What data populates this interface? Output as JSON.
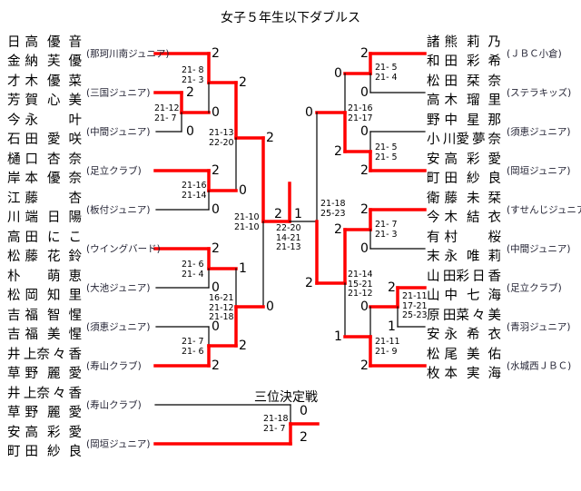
{
  "title": "女子５年生以下ダブルス",
  "third_place_title": "三位決定戦",
  "colors": {
    "winner_line": "#ff0000",
    "loser_line": "#000000"
  },
  "left_teams": [
    {
      "p1": [
        "日高",
        "優音"
      ],
      "p2": [
        "金納",
        "芙優"
      ],
      "club": "(那珂川南ジュニア)"
    },
    {
      "p1": [
        "才木",
        "優菜"
      ],
      "p2": [
        "芳賀",
        "心美"
      ],
      "club": "(三国ジュニア)"
    },
    {
      "p1": [
        "今永",
        "叶"
      ],
      "p2": [
        "石田",
        "愛咲"
      ],
      "club": "(中間ジュニア)"
    },
    {
      "p1": [
        "樋口",
        "杏奈"
      ],
      "p2": [
        "岸本",
        "優奈"
      ],
      "club": "(足立クラブ)"
    },
    {
      "p1": [
        "江藤",
        "杏"
      ],
      "p2": [
        "川端",
        "日陽"
      ],
      "club": "(板付ジュニア)"
    },
    {
      "p1": [
        "高田",
        "にこ"
      ],
      "p2": [
        "松藤",
        "花鈴"
      ],
      "club": "(ウイングバード)"
    },
    {
      "p1": [
        "朴",
        "萌恵"
      ],
      "p2": [
        "松岡",
        "知里"
      ],
      "club": "(大池ジュニア)"
    },
    {
      "p1": [
        "吉福",
        "智惺"
      ],
      "p2": [
        "吉福",
        "美惺"
      ],
      "club": "(須恵ジュニア)"
    },
    {
      "p1": [
        "井上",
        "奈々香"
      ],
      "p2": [
        "草野",
        "麗愛"
      ],
      "club": "(寿山クラブ)"
    }
  ],
  "right_teams": [
    {
      "p1": [
        "諸熊",
        "莉乃"
      ],
      "p2": [
        "和田",
        "彩希"
      ],
      "club": "(ＪＢＣ小倉)"
    },
    {
      "p1": [
        "松田",
        "栞奈"
      ],
      "p2": [
        "高木",
        "瑠里"
      ],
      "club": "(ステラキッズ)"
    },
    {
      "p1": [
        "野中",
        "星那"
      ],
      "p2": [
        "小川",
        "愛夢奈"
      ],
      "club": "(須恵ジュニア)"
    },
    {
      "p1": [
        "安高",
        "彩愛"
      ],
      "p2": [
        "町田",
        "紗良"
      ],
      "club": "(岡垣ジュニア)"
    },
    {
      "p1": [
        "衛藤",
        "未栞"
      ],
      "p2": [
        "今木",
        "結衣"
      ],
      "club": "(すせんじジュニア)"
    },
    {
      "p1": [
        "有村",
        "桜"
      ],
      "p2": [
        "末永",
        "唯莉"
      ],
      "club": "(中間ジュニア)"
    },
    {
      "p1": [
        "山田",
        "彩日香"
      ],
      "p2": [
        "山中",
        "七海"
      ],
      "club": "(足立クラブ)"
    },
    {
      "p1": [
        "原田",
        "菜々美"
      ],
      "p2": [
        "安永",
        "希衣"
      ],
      "club": "(青羽ジュニア)"
    },
    {
      "p1": [
        "松尾",
        "美佑"
      ],
      "p2": [
        "枚本",
        "実海"
      ],
      "club": "(水城西ＪＢＣ)"
    }
  ],
  "third_place_teams": [
    {
      "p1": [
        "井上",
        "奈々香"
      ],
      "p2": [
        "草野",
        "麗愛"
      ],
      "club": "(寿山クラブ)"
    },
    {
      "p1": [
        "安高",
        "彩愛"
      ],
      "p2": [
        "町田",
        "紗良"
      ],
      "club": "(岡垣ジュニア)"
    }
  ],
  "matches": [
    {
      "id": "L-r1-2v3",
      "scores": [
        "2",
        "0"
      ],
      "games": "21-12\n21- 7"
    },
    {
      "id": "L-r2-1",
      "scores": [
        "2",
        "0"
      ],
      "games": "21- 8\n21- 3"
    },
    {
      "id": "L-qf-top",
      "scores": [
        "2",
        "0"
      ],
      "games": "21-13\n22-20"
    },
    {
      "id": "L-r2-4v5",
      "scores": [
        "2",
        "0"
      ],
      "games": "21-16\n21-14"
    },
    {
      "id": "L-r2-6v7",
      "scores": [
        "2",
        "0"
      ],
      "games": "21- 6\n21- 4"
    },
    {
      "id": "L-r2-8v9",
      "scores": [
        "0",
        "2"
      ],
      "games": "21- 7\n21- 6"
    },
    {
      "id": "L-qf-bottom",
      "scores": [
        "1",
        "2"
      ],
      "games": "16-21\n21-12\n21-18"
    },
    {
      "id": "L-semi",
      "scores": [
        "2",
        "0"
      ],
      "games": "21-10\n21-10"
    },
    {
      "id": "final",
      "scores": [
        "2",
        "1"
      ],
      "games": "22-20\n14-21\n21-13"
    },
    {
      "id": "R-semi",
      "scores": [
        "0",
        "2"
      ],
      "games": "21-18\n25-23"
    },
    {
      "id": "R-qf-top",
      "scores": [
        "0",
        "2"
      ],
      "games": "21-16\n21-17"
    },
    {
      "id": "R-r2-1v2",
      "scores": [
        "2",
        "0"
      ],
      "games": "21- 5\n21- 4"
    },
    {
      "id": "R-r2-3v4",
      "scores": [
        "0",
        "2"
      ],
      "games": "21- 5\n21- 5"
    },
    {
      "id": "R-r2-5v6",
      "scores": [
        "2",
        "0"
      ],
      "games": "21- 7\n21- 3"
    },
    {
      "id": "R-qf-bottom",
      "scores": [
        "2",
        "1"
      ],
      "games": "21-14\n15-21\n21-12"
    },
    {
      "id": "R-r1-7v8",
      "scores": [
        "2",
        "1"
      ],
      "games": "21-11\n17-21\n25-23"
    },
    {
      "id": "R-r2-9",
      "scores": [
        "0",
        "2"
      ],
      "games": "21-11\n21- 9"
    },
    {
      "id": "third-place",
      "scores": [
        "0",
        "2"
      ],
      "games": "21-18\n21- 7"
    }
  ]
}
